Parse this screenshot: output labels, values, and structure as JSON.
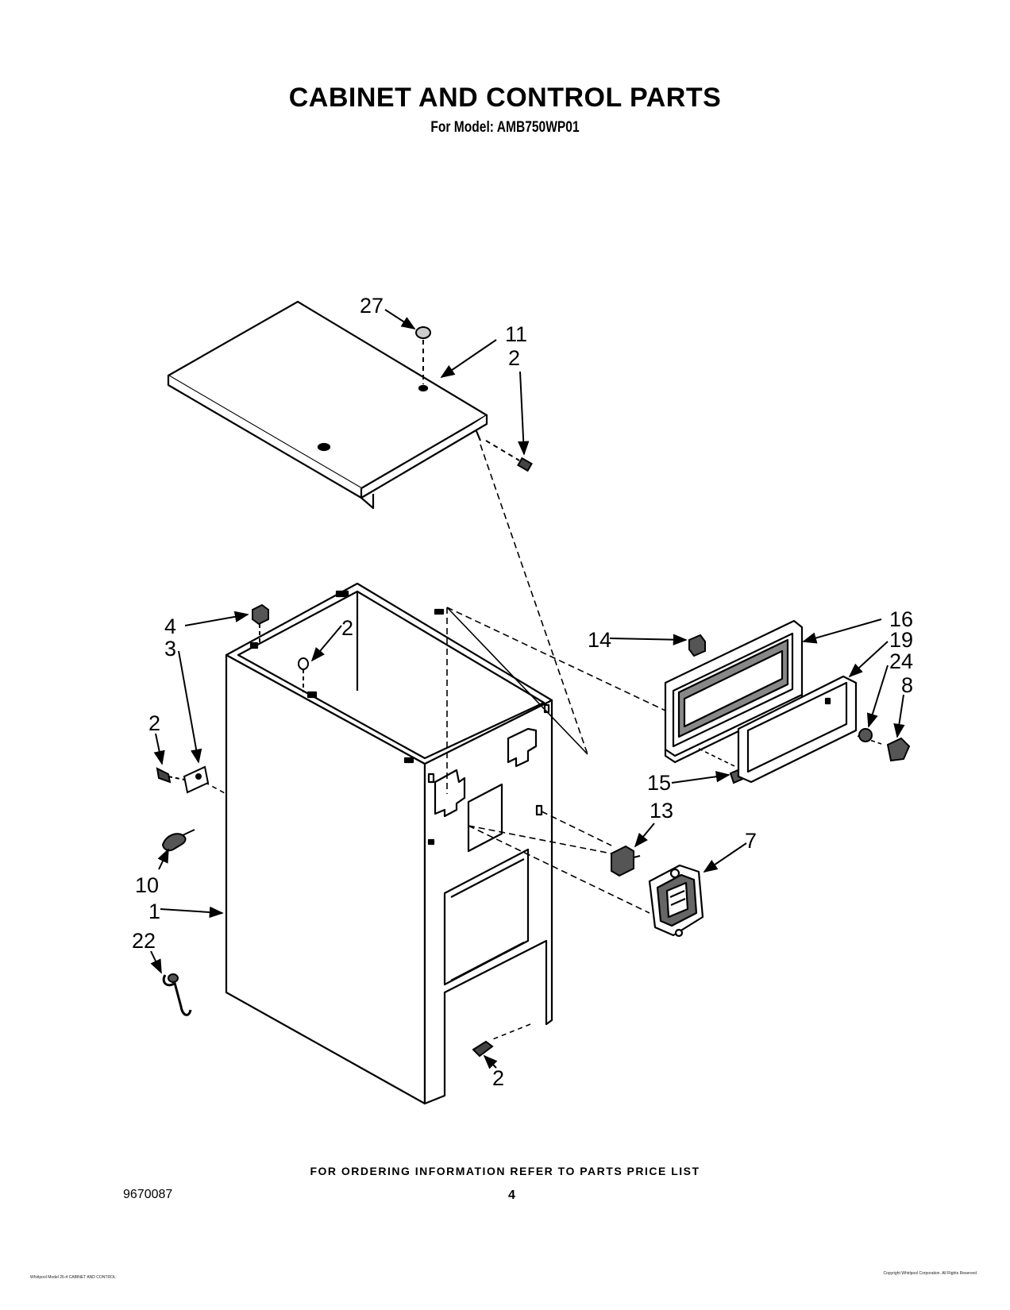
{
  "header": {
    "title": "CABINET AND CONTROL PARTS",
    "model": "For Model: AMB750WP01"
  },
  "callouts": {
    "c27": "27",
    "c11": "11",
    "c2_top": "2",
    "c4": "4",
    "c3": "3",
    "c2_cabinet": "2",
    "c2_left": "2",
    "c10": "10",
    "c1": "1",
    "c22": "22",
    "c2_bottom": "2",
    "c14": "14",
    "c16": "16",
    "c19": "19",
    "c24": "24",
    "c8": "8",
    "c15": "15",
    "c13": "13",
    "c7": "7"
  },
  "footer": {
    "ordering_note": "FOR ORDERING INFORMATION REFER TO PARTS PRICE LIST",
    "doc_number": "9670087",
    "page_number": "4"
  },
  "fine_print": {
    "left": "Whirlpool Model 26-4 CABINET AND CONTROL",
    "right": "Copyright Whirlpool Corporation. All Rights Reserved"
  }
}
